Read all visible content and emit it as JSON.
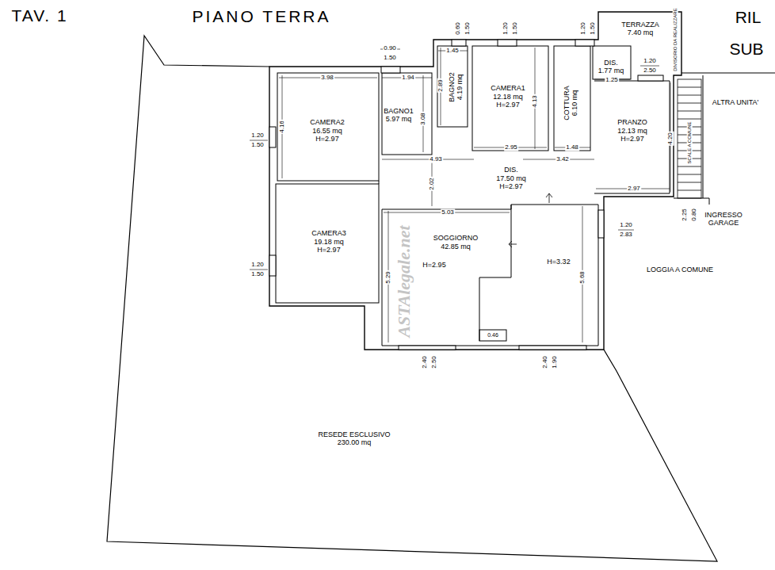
{
  "diagram": {
    "title": "PIANO TERRA",
    "nodes": [
      {
        "text": [
          "CAMERA2",
          "16.55 mq",
          "H=2.97"
        ]
      },
      {
        "text": [
          "BAGNO1",
          "5.97 mq"
        ]
      },
      {
        "text": [
          "BAGNO2",
          "4.19 mq"
        ]
      },
      {
        "text": [
          "CAMERA1",
          "12.18 mq",
          "H=2.97"
        ]
      },
      {
        "text": [
          "COTTURA",
          "6.10 mq"
        ]
      },
      {
        "text": [
          "DIS.",
          "1.77 mq"
        ]
      },
      {
        "text": [
          "TERRAZZA",
          "7.40 mq"
        ]
      },
      {
        "text": [
          "PRANZO",
          "12.13 mq",
          "H=2.97"
        ]
      },
      {
        "text": [
          "DIS.",
          "17.50 mq",
          "H=2.97"
        ]
      },
      {
        "text": [
          "CAMERA3",
          "19.18 mq",
          "H=2.97"
        ]
      },
      {
        "text": [
          "SOGGIORNO",
          "42.85 mq",
          "H=2.95",
          "H=3.32"
        ]
      },
      {
        "text": [
          "LOGGIA A COMUNE"
        ]
      },
      {
        "text": [
          "RESEDE ESCLUSIVO",
          "230.00 mq"
        ]
      }
    ],
    "labels": [
      "TAV. 1",
      "RIL",
      "SUB",
      "0.90",
      "1.50",
      "0.60",
      "1.50",
      "1.20",
      "1.50",
      "1.20",
      "1.50",
      "1.20",
      "2.50",
      "1.20",
      "1.50",
      "1.20",
      "1.50",
      "2.40",
      "2.50",
      "2.40",
      "1.90",
      "1.20",
      "2.83",
      "2.25",
      "0.80",
      "3.98",
      "1.94",
      "1.45",
      "2.89",
      "3.08",
      "4.13",
      "1.25",
      "4.16",
      "2.95",
      "1.48",
      "4.93",
      "3.42",
      "2.02",
      "2.97",
      "4.20",
      "5.03",
      "5.29",
      "5.68",
      "0.46",
      "DIVISORIO DA REALIZZARE",
      "SCALE A COMUNE",
      "ALTRA UNITA'",
      "INGRESSO GARAGE",
      "ASTAlegale.net"
    ]
  }
}
